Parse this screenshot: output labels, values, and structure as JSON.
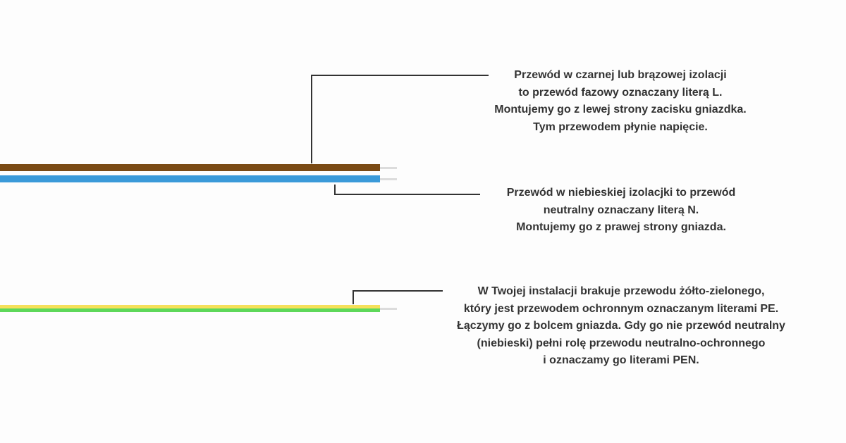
{
  "colors": {
    "phase_wire": "#7a4a14",
    "neutral_wire": "#3b9ad9",
    "pe_yellow": "#f5e05a",
    "pe_green": "#5ed85a",
    "text": "#333333"
  },
  "callouts": {
    "phase": {
      "lines": [
        "Przewód w czarnej lub brązowej izolacji",
        "to przewód fazowy oznaczany literą L.",
        "Montujemy go z lewej strony zacisku gniazdka.",
        "Tym przewodem płynie napięcie."
      ]
    },
    "neutral": {
      "lines": [
        "Przewód w niebieskiej izolacjki to przewód",
        "neutralny oznaczany literą N.",
        "Montujemy go z prawej strony gniazda."
      ]
    },
    "protective": {
      "lines": [
        "W Twojej instalacji brakuje przewodu żółto-zielonego,",
        "który jest przewodem ochronnym oznaczanym literami PE.",
        "Łączymy go z bolcem gniazda. Gdy go nie przewód neutralny",
        "(niebieski) pełni rolę przewodu neutralno-ochronnego",
        "i oznaczamy go literami PEN."
      ]
    }
  }
}
